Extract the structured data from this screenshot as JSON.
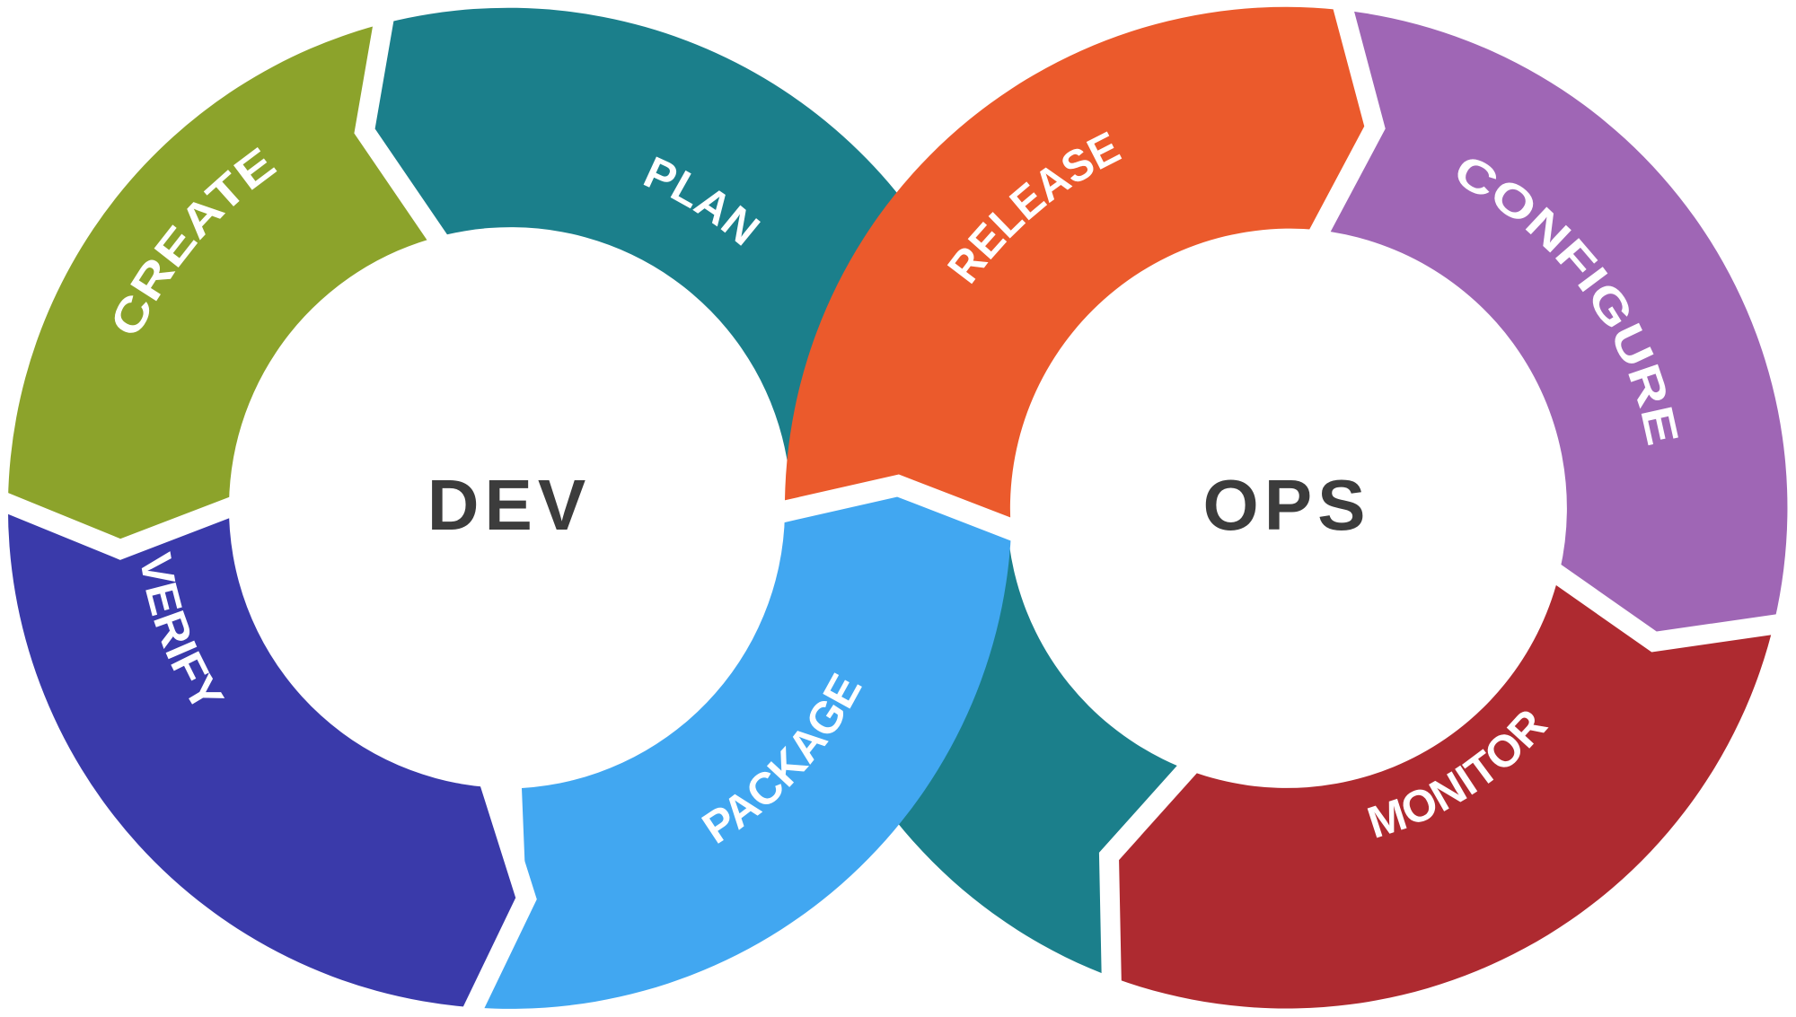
{
  "diagram": {
    "name": "devops-infinity-loop",
    "background": "#FFFFFF",
    "gap_color": "#FFFFFF",
    "label_text_color": "#FFFFFF",
    "loops": [
      {
        "title": "DEV",
        "title_color": "#3C3C3C"
      },
      {
        "title": "OPS",
        "title_color": "#3C3C3C"
      }
    ],
    "segments": [
      {
        "id": "plan",
        "label": "PLAN",
        "color": "#1B7F8B"
      },
      {
        "id": "create",
        "label": "CREATE",
        "color": "#8CA32B"
      },
      {
        "id": "verify",
        "label": "VERIFY",
        "color": "#3A3AAA"
      },
      {
        "id": "package",
        "label": "PACKAGE",
        "color": "#41A7F1"
      },
      {
        "id": "release",
        "label": "RELEASE",
        "color": "#EB5A2C"
      },
      {
        "id": "configure",
        "label": "CONFIGURE",
        "color": "#9F66B5"
      },
      {
        "id": "monitor",
        "label": "MONITOR",
        "color": "#AE2A30"
      }
    ]
  }
}
